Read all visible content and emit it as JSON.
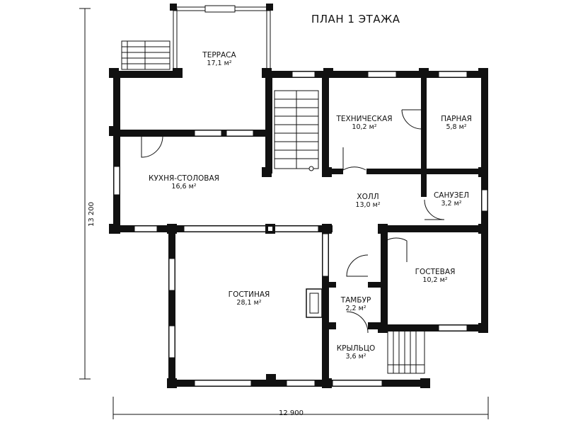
{
  "title": "ПЛАН 1 ЭТАЖА",
  "dimensions": {
    "height": "13 200",
    "width": "12 900"
  },
  "rooms": [
    {
      "name": "ТЕРРАСА",
      "area": "17,1 м²"
    },
    {
      "name": "ТЕХНИЧЕСКАЯ",
      "area": "10,2 м²"
    },
    {
      "name": "ПАРНАЯ",
      "area": "5,8 м²"
    },
    {
      "name": "КУХНЯ-СТОЛОВАЯ",
      "area": "16,6 м²"
    },
    {
      "name": "ХОЛЛ",
      "area": "13,0 м²"
    },
    {
      "name": "САНУЗЕЛ",
      "area": "3,2 м²"
    },
    {
      "name": "ГОСТЕВАЯ",
      "area": "10,2 м²"
    },
    {
      "name": "ГОСТИНАЯ",
      "area": "28,1 м²"
    },
    {
      "name": "ТАМБУР",
      "area": "2,2 м²"
    },
    {
      "name": "КРЫЛЬЦО",
      "area": "3,6 м²"
    }
  ]
}
